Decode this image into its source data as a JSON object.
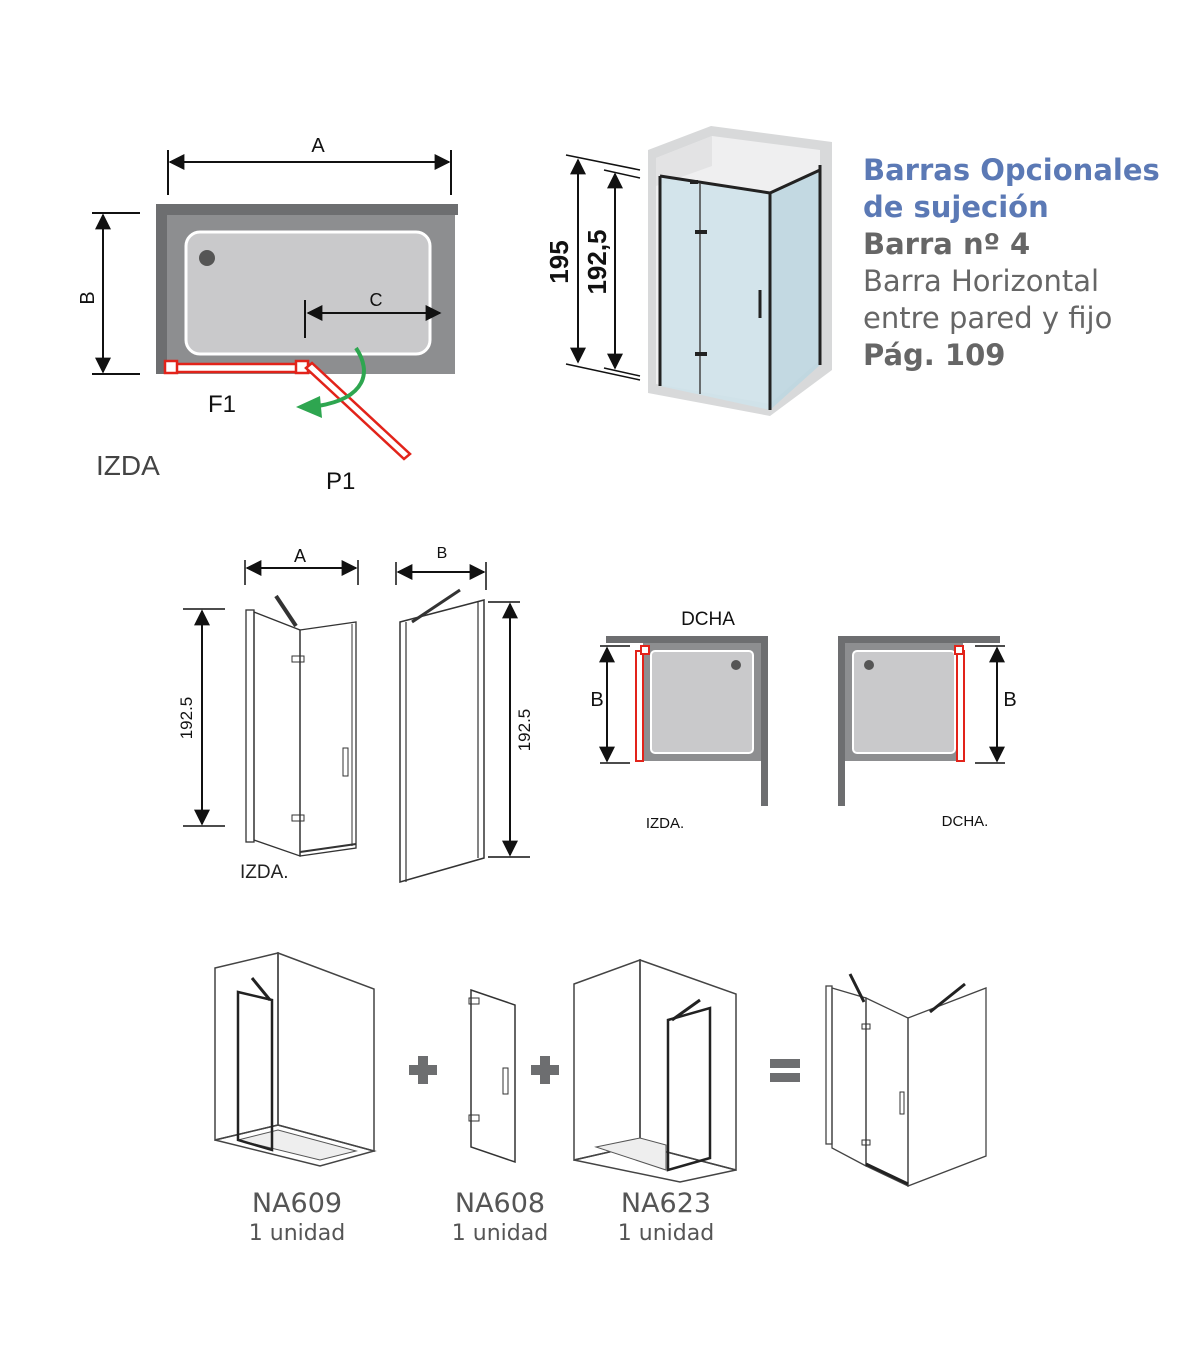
{
  "plan_top": {
    "dim_a": "A",
    "dim_b": "B",
    "dim_c": "C",
    "fixed_label": "F1",
    "door_label": "P1",
    "side_label": "IZDA"
  },
  "render": {
    "height_outer": "195",
    "height_inner": "192,5"
  },
  "info": {
    "line1": "Barras Opcionales",
    "line2": "de sujeción",
    "line3": "Barra nº 4",
    "line4": "Barra Horizontal",
    "line5": "entre pared y fijo",
    "line6": "Pág. 109"
  },
  "elevation": {
    "dim_a": "A",
    "dim_b": "B",
    "height_left": "192.5",
    "height_right": "192.5",
    "side_label": "IZDA."
  },
  "side_plans": {
    "top_label": "DCHA",
    "left_b": "B",
    "right_b": "B",
    "left_caption": "IZDA.",
    "right_caption": "DCHA."
  },
  "components": [
    {
      "code": "NA609",
      "qty": "1 unidad"
    },
    {
      "code": "NA608",
      "qty": "1 unidad"
    },
    {
      "code": "NA623",
      "qty": "1 unidad"
    }
  ],
  "colors": {
    "wall": "#6d6e70",
    "tray": "#c9c9cb",
    "red": "#e2231a",
    "green": "#2ea650",
    "glass": "#cfe2ea",
    "title_blue": "#5b79b5"
  }
}
